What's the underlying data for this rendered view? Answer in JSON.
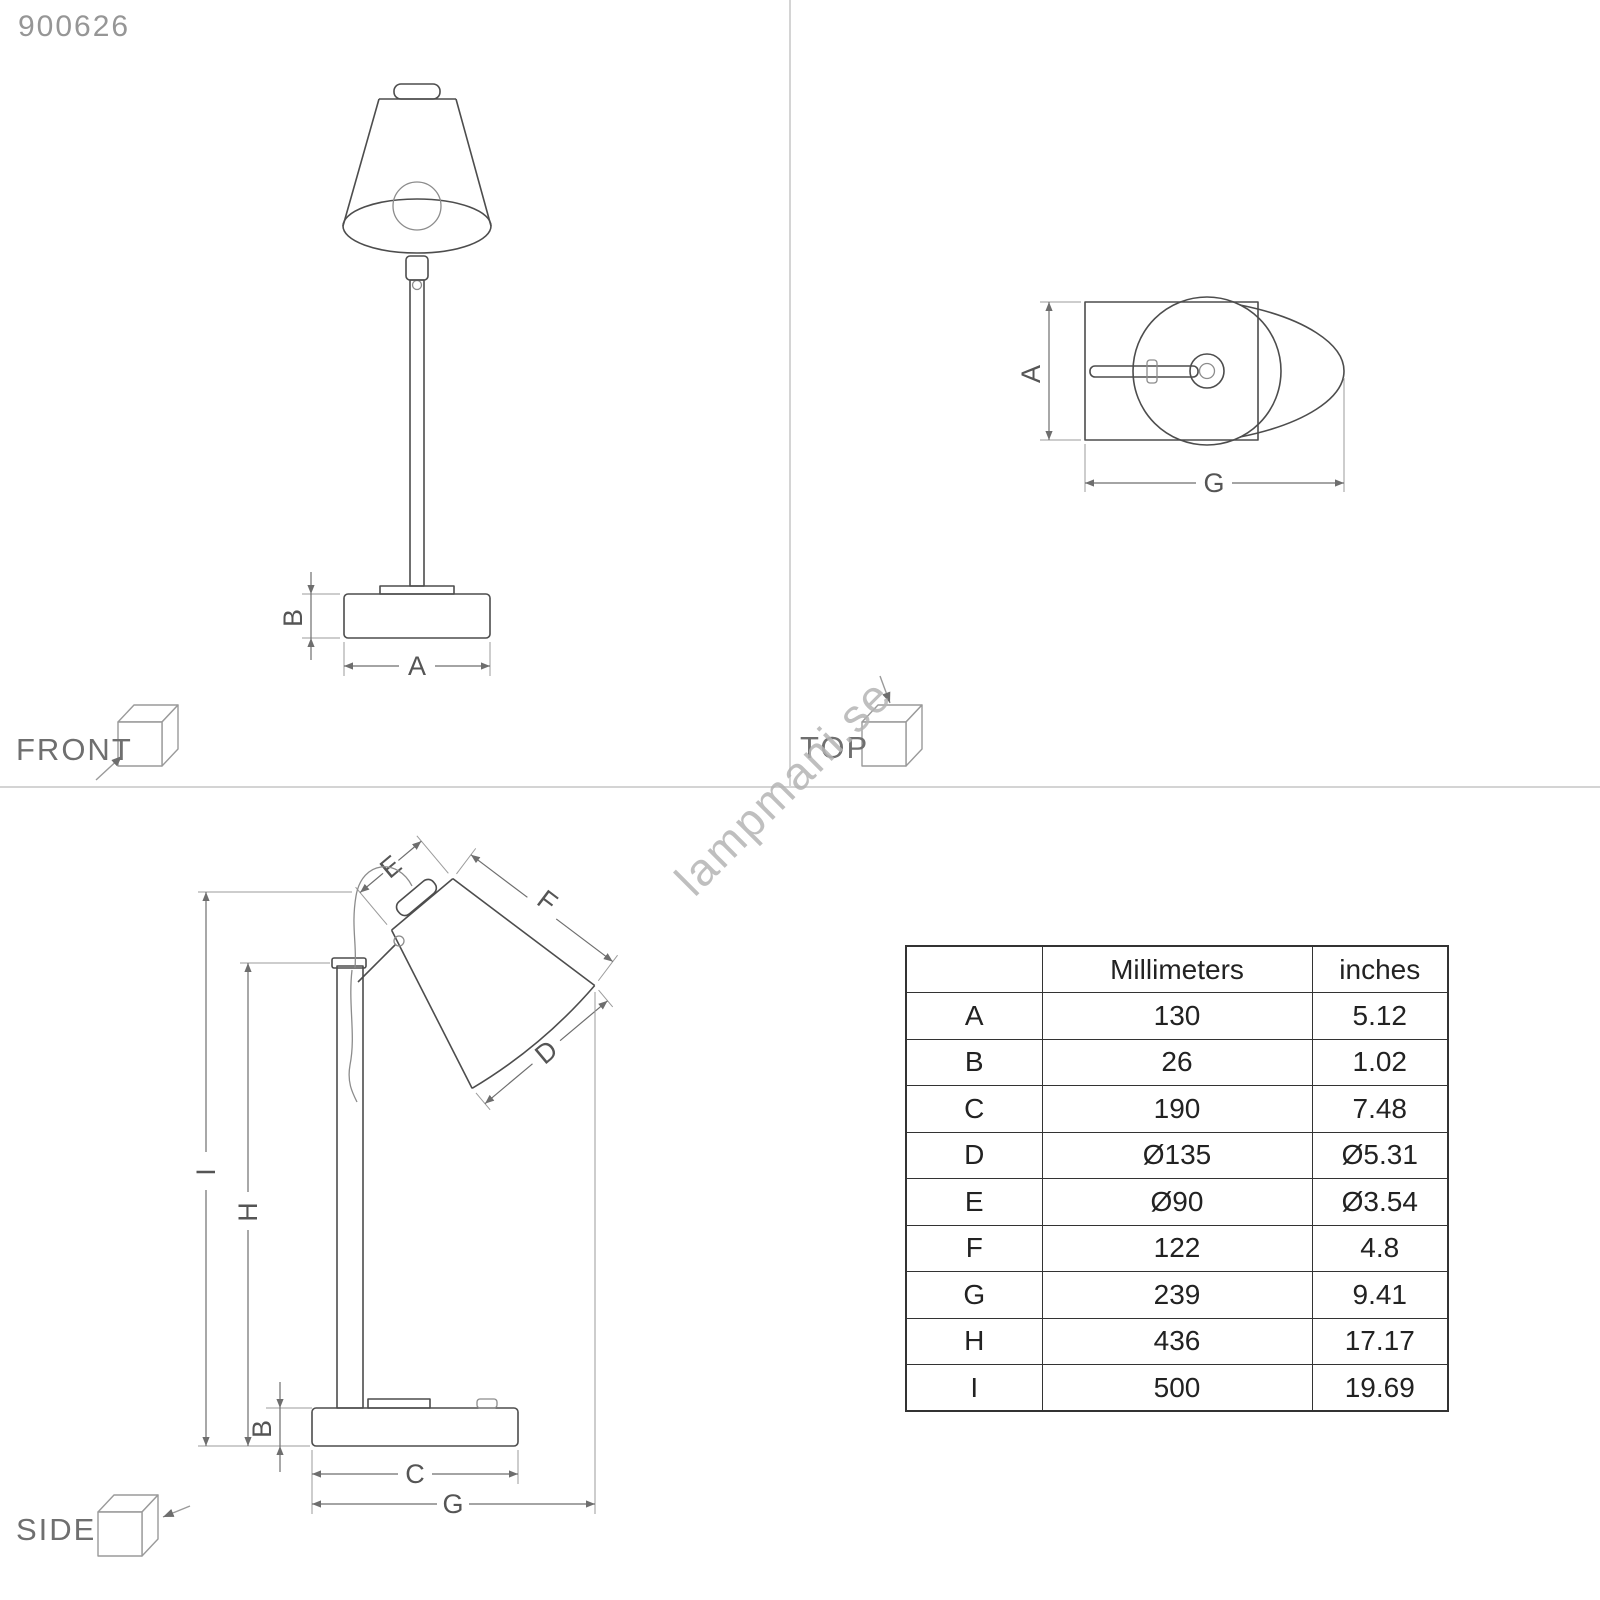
{
  "product_code": "900626",
  "watermark": "lampmani.se",
  "views": {
    "front": {
      "label": "FRONT",
      "dims": {
        "a": "A",
        "b": "B"
      }
    },
    "top": {
      "label": "TOP",
      "dims": {
        "a": "A",
        "g": "G"
      }
    },
    "side": {
      "label": "SIDE",
      "dims": {
        "b": "B",
        "c": "C",
        "d": "D",
        "e": "E",
        "f": "F",
        "g": "G",
        "h": "H",
        "i": "I"
      }
    }
  },
  "table": {
    "headers": {
      "dimension": "",
      "mm": "Millimeters",
      "inches": "inches"
    },
    "rows": [
      {
        "label": "A",
        "mm": "130",
        "in": "5.12"
      },
      {
        "label": "B",
        "mm": "26",
        "in": "1.02"
      },
      {
        "label": "C",
        "mm": "190",
        "in": "7.48"
      },
      {
        "label": "D",
        "mm": "Ø135",
        "in": "Ø5.31"
      },
      {
        "label": "E",
        "mm": "Ø90",
        "in": "Ø3.54"
      },
      {
        "label": "F",
        "mm": "122",
        "in": "4.8"
      },
      {
        "label": "G",
        "mm": "239",
        "in": "9.41"
      },
      {
        "label": "H",
        "mm": "436",
        "in": "17.17"
      },
      {
        "label": "I",
        "mm": "500",
        "in": "19.69"
      }
    ]
  },
  "icons": {
    "front_cube": "isometric-cube-front-icon",
    "top_cube": "isometric-cube-top-icon",
    "side_cube": "isometric-cube-side-icon"
  },
  "colors": {
    "drawing_line": "#4d4d4d",
    "dimension_line": "#6e6e6e",
    "table_border": "#333333",
    "label_text": "#6f6f6f",
    "watermark": "#b4b4b4",
    "divider": "#d4d4d4"
  }
}
